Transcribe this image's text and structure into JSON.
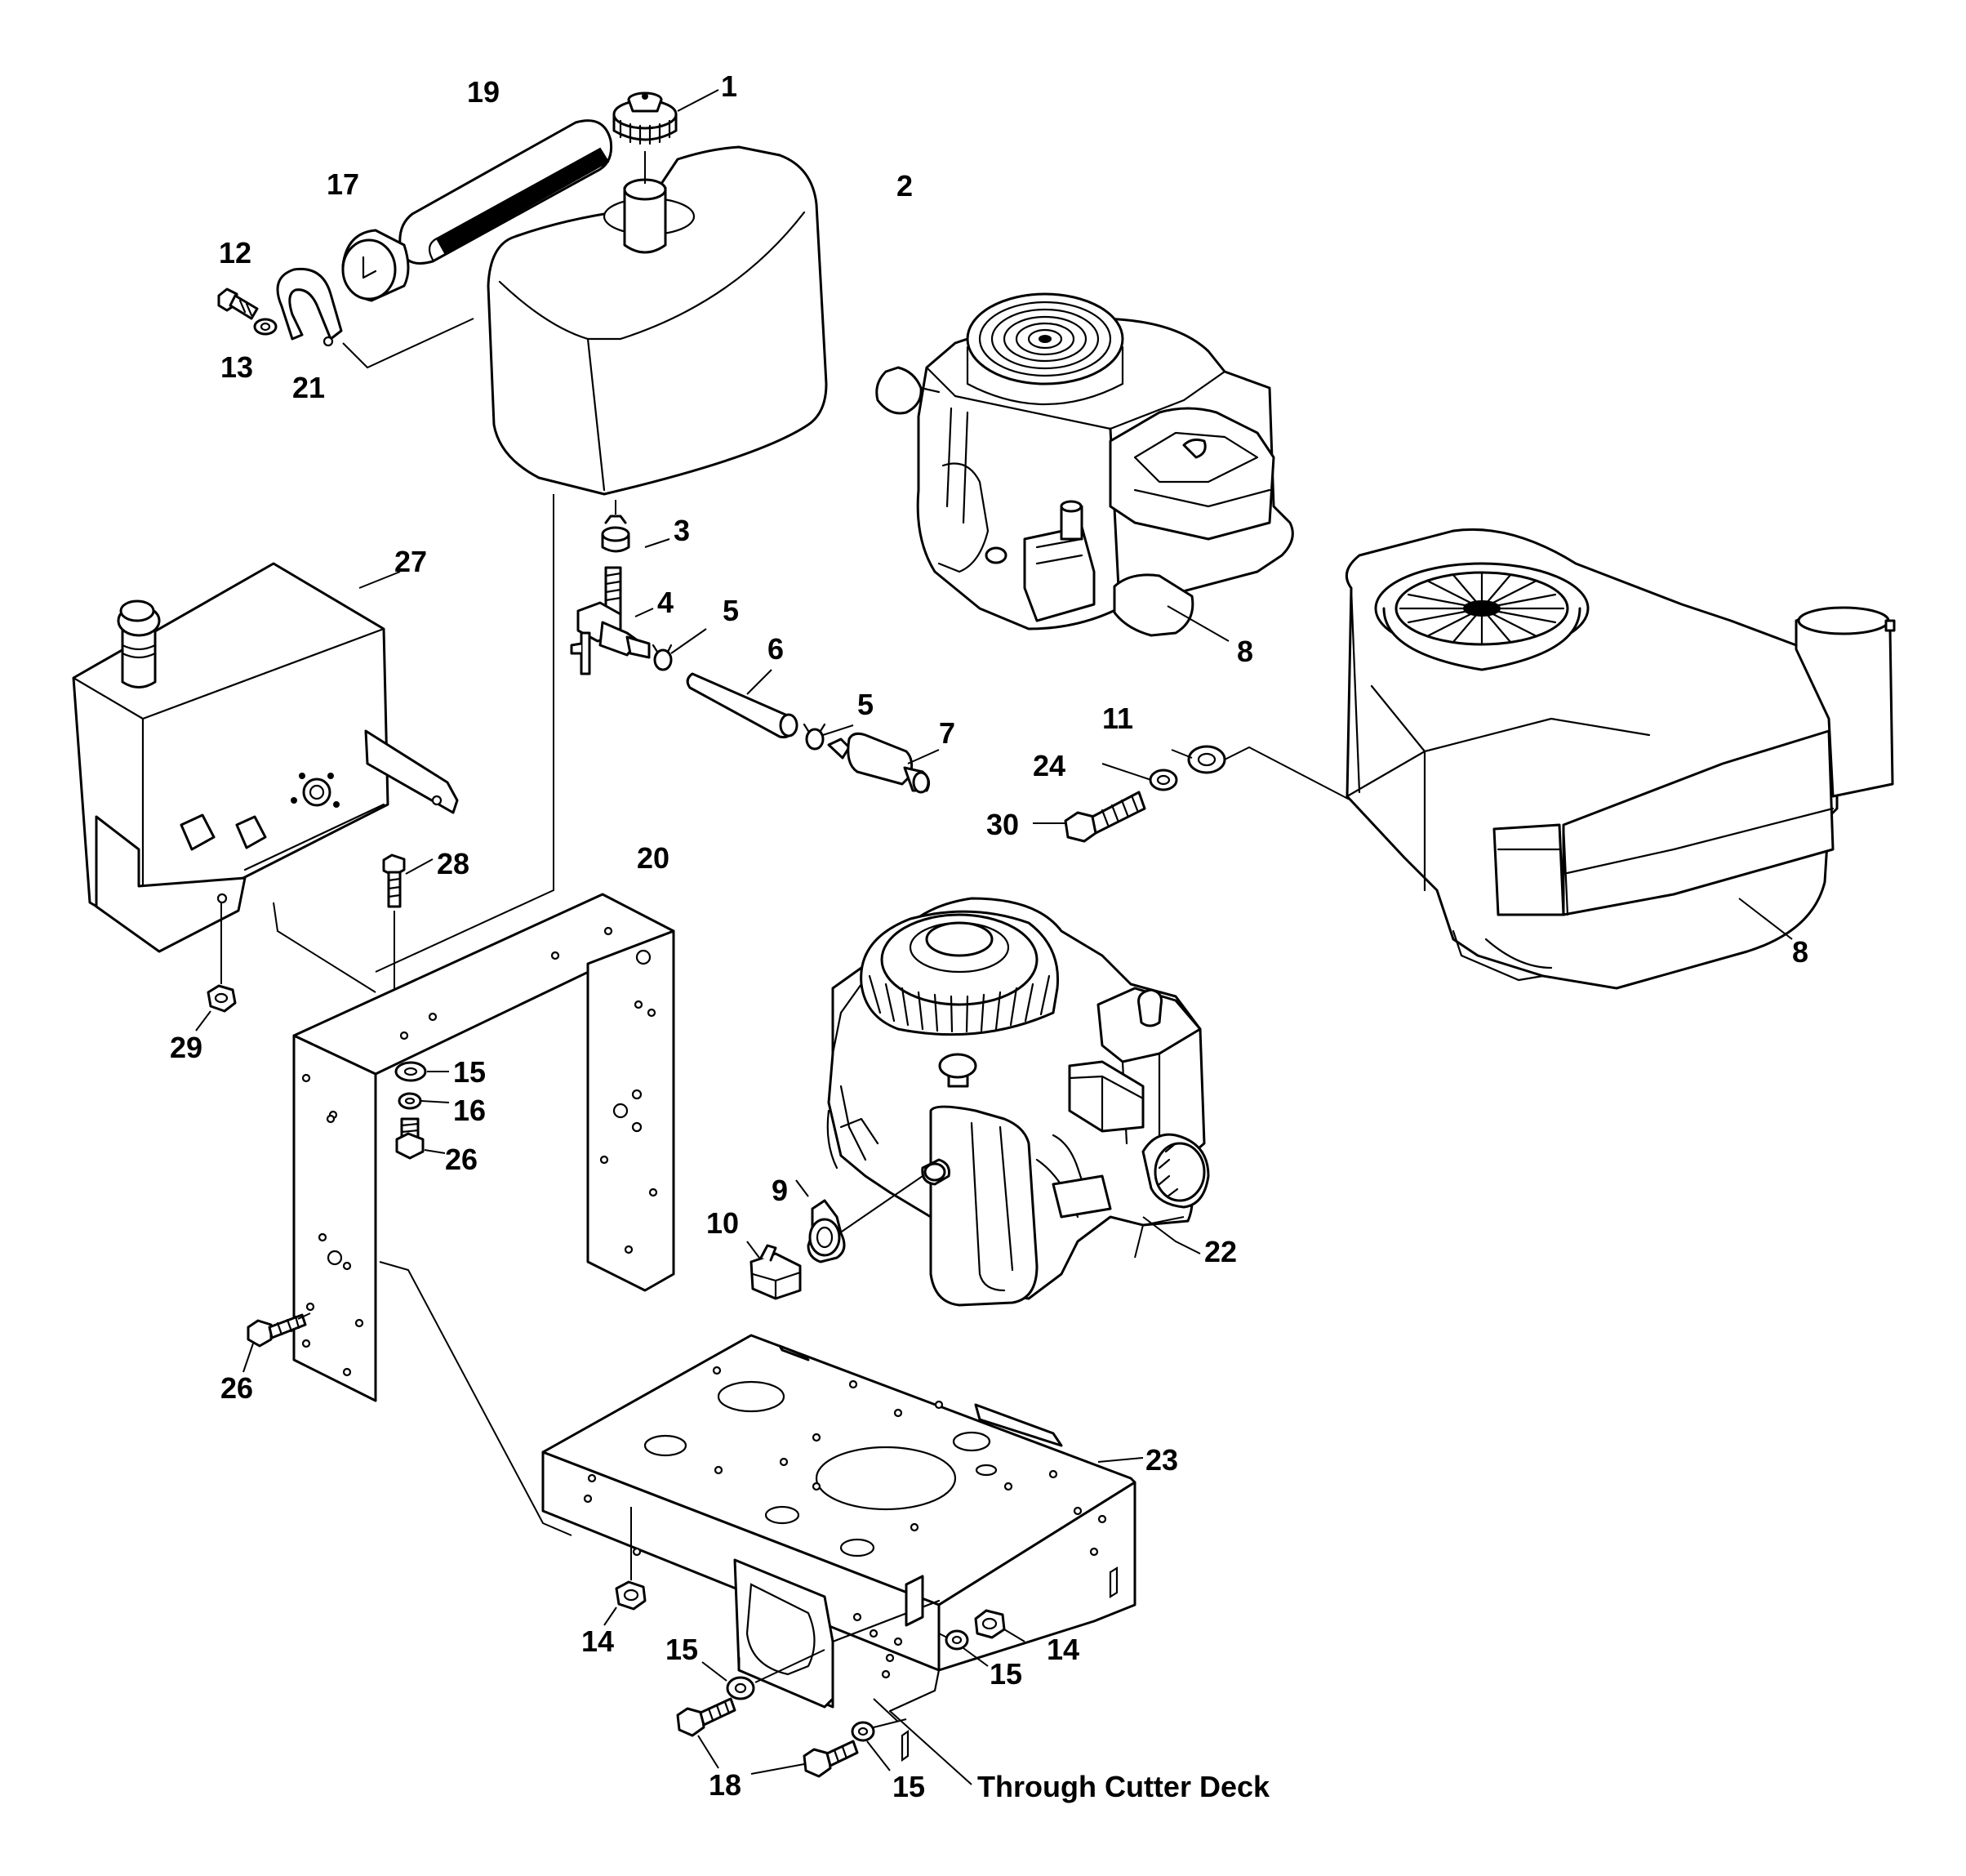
{
  "callouts": {
    "c1": "1",
    "c2": "2",
    "c3": "3",
    "c4": "4",
    "c5a": "5",
    "c5b": "5",
    "c6": "6",
    "c7": "7",
    "c8a": "8",
    "c8b": "8",
    "c9": "9",
    "c10": "10",
    "c11": "11",
    "c12": "12",
    "c13": "13",
    "c14a": "14",
    "c14b": "14",
    "c15a": "15",
    "c15b": "15",
    "c15c": "15",
    "c15d": "15",
    "c16": "16",
    "c17": "17",
    "c18": "18",
    "c19": "19",
    "c20": "20",
    "c21": "21",
    "c22": "22",
    "c23": "23",
    "c24": "24",
    "c26a": "26",
    "c26b": "26",
    "c27": "27",
    "c28": "28",
    "c29": "29",
    "c30": "30"
  },
  "note": "Through Cutter Deck"
}
